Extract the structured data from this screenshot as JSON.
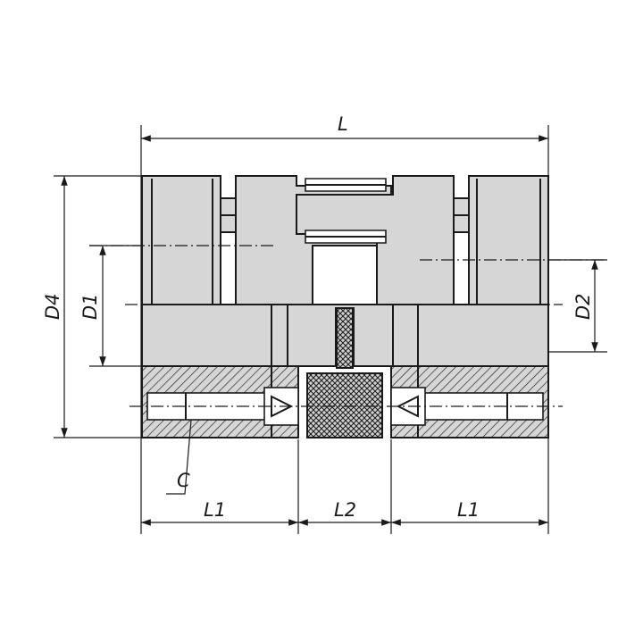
{
  "diagram": {
    "labels": {
      "L": "L",
      "D4": "D4",
      "D1": "D1",
      "D2": "D2",
      "C": "C",
      "L1_left": "L1",
      "L2": "L2",
      "L1_right": "L1"
    },
    "colors": {
      "body": "#d6d6d6",
      "line": "#1a1a1a",
      "background": "#ffffff"
    }
  }
}
